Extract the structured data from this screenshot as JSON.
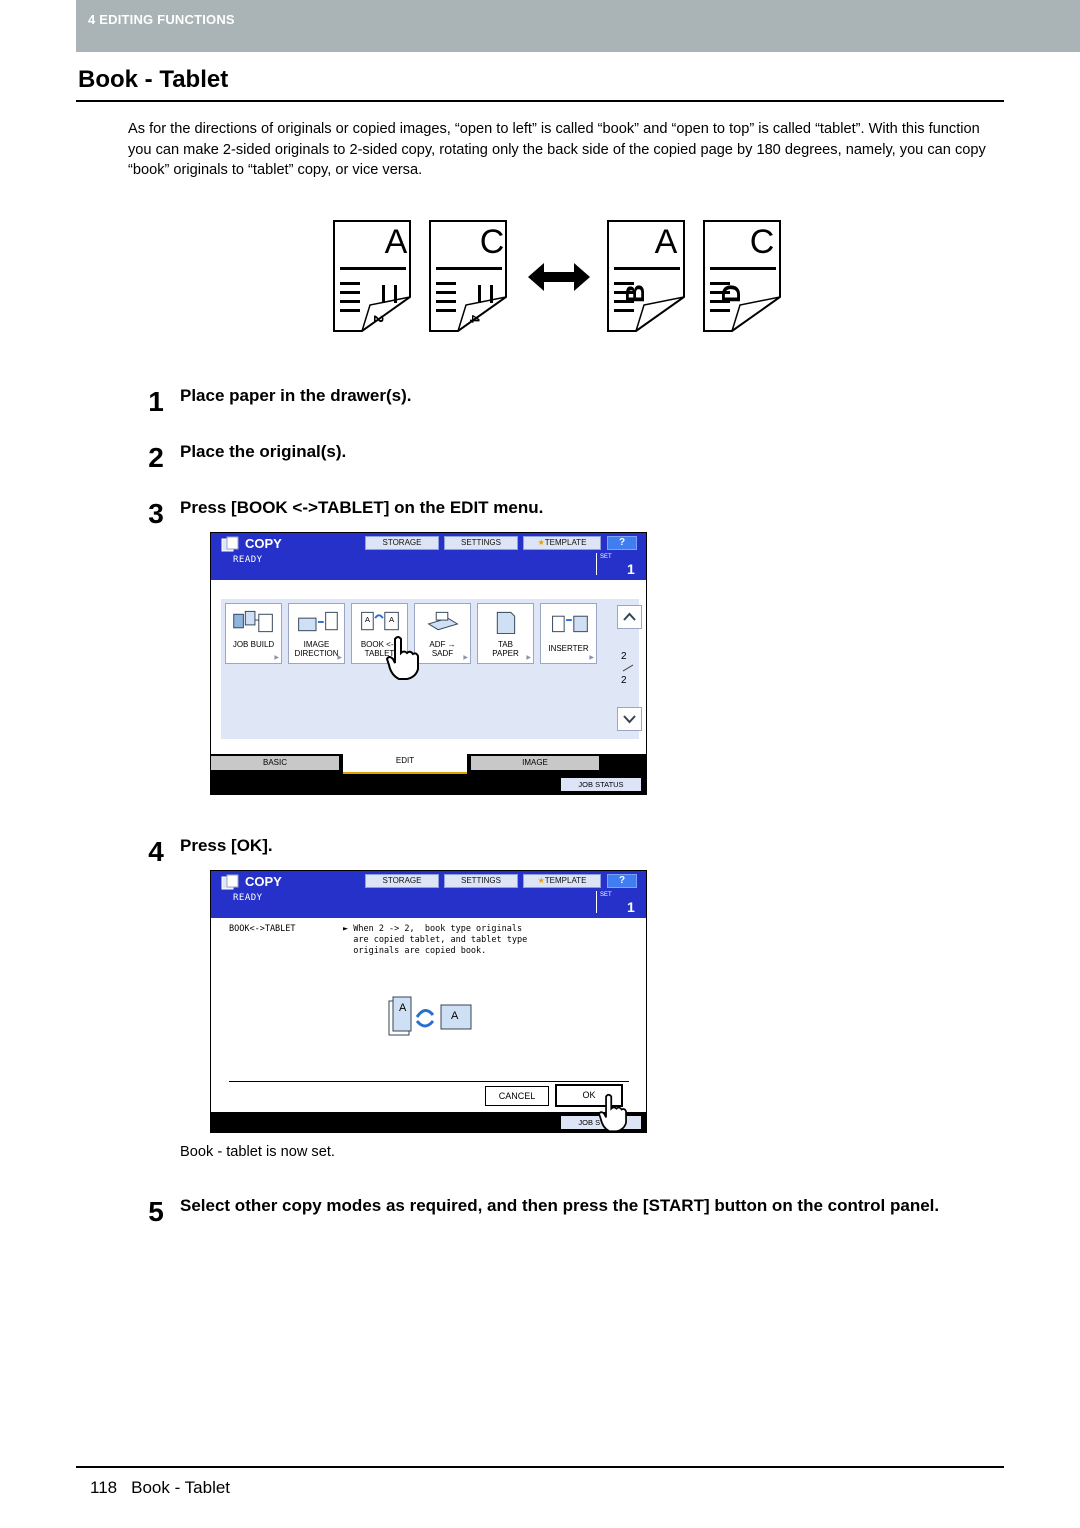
{
  "header": {
    "section": "4 EDITING FUNCTIONS"
  },
  "page": {
    "title": "Book - Tablet",
    "intro": "As for the directions of originals or copied images, “open to left” is called “book” and “open to top” is called “tablet”. With this function you can make 2-sided originals to 2-sided copy, rotating only the back side of the copied page by 180 degrees, namely, you can copy “book” originals to “tablet” copy, or vice versa."
  },
  "diagram": {
    "book_pages": [
      {
        "letter": "A",
        "num": "2"
      },
      {
        "letter": "C",
        "num": "4"
      }
    ],
    "tablet_pages": [
      {
        "letter": "A",
        "back": "B"
      },
      {
        "letter": "C",
        "back": "D"
      }
    ],
    "arrow": "double-arrow"
  },
  "steps": [
    {
      "num": "1",
      "text": "Place paper in the drawer(s)."
    },
    {
      "num": "2",
      "text": "Place the original(s)."
    },
    {
      "num": "3",
      "text": "Press [BOOK <->TABLET] on the EDIT menu."
    },
    {
      "num": "4",
      "text": "Press [OK]."
    },
    {
      "num": "5",
      "text": "Select other copy modes as required, and then press the [START] button on the control panel."
    }
  ],
  "screen_common": {
    "mode": "COPY",
    "storage": "STORAGE",
    "settings": "SETTINGS",
    "template": "TEMPLATE",
    "help": "?",
    "status": "READY",
    "set_label": "SET",
    "set_count": "1",
    "job_status": "JOB STATUS"
  },
  "screen1": {
    "functions": [
      {
        "label1": "JOB BUILD",
        "label2": "",
        "icon": "job-build-icon"
      },
      {
        "label1": "IMAGE",
        "label2": "DIRECTION",
        "icon": "image-direction-icon"
      },
      {
        "label1": "BOOK <->",
        "label2": "TABLET",
        "icon": "book-tablet-icon"
      },
      {
        "label1": "ADF →",
        "label2": "SADF",
        "icon": "adf-sadf-icon"
      },
      {
        "label1": "TAB",
        "label2": "PAPER",
        "icon": "tab-paper-icon"
      },
      {
        "label1": "INSERTER",
        "label2": "",
        "icon": "inserter-icon"
      }
    ],
    "page_current": "2",
    "page_total": "2",
    "tabs": [
      "BASIC",
      "EDIT",
      "IMAGE"
    ],
    "active_tab": "EDIT"
  },
  "screen2": {
    "function_name": "BOOK<->TABLET",
    "description": [
      "► When 2 -> 2,  book type originals",
      "  are copied tablet, and tablet type",
      "  originals are copied book."
    ],
    "cancel": "CANCEL",
    "ok": "OK"
  },
  "caption": "Book - tablet is now set.",
  "footer": {
    "page_number": "118",
    "title": "Book - Tablet"
  },
  "colors": {
    "screen_blue": "#2531c9",
    "header_gray": "#aab4b6",
    "panel_bg": "#dfe6f5"
  }
}
